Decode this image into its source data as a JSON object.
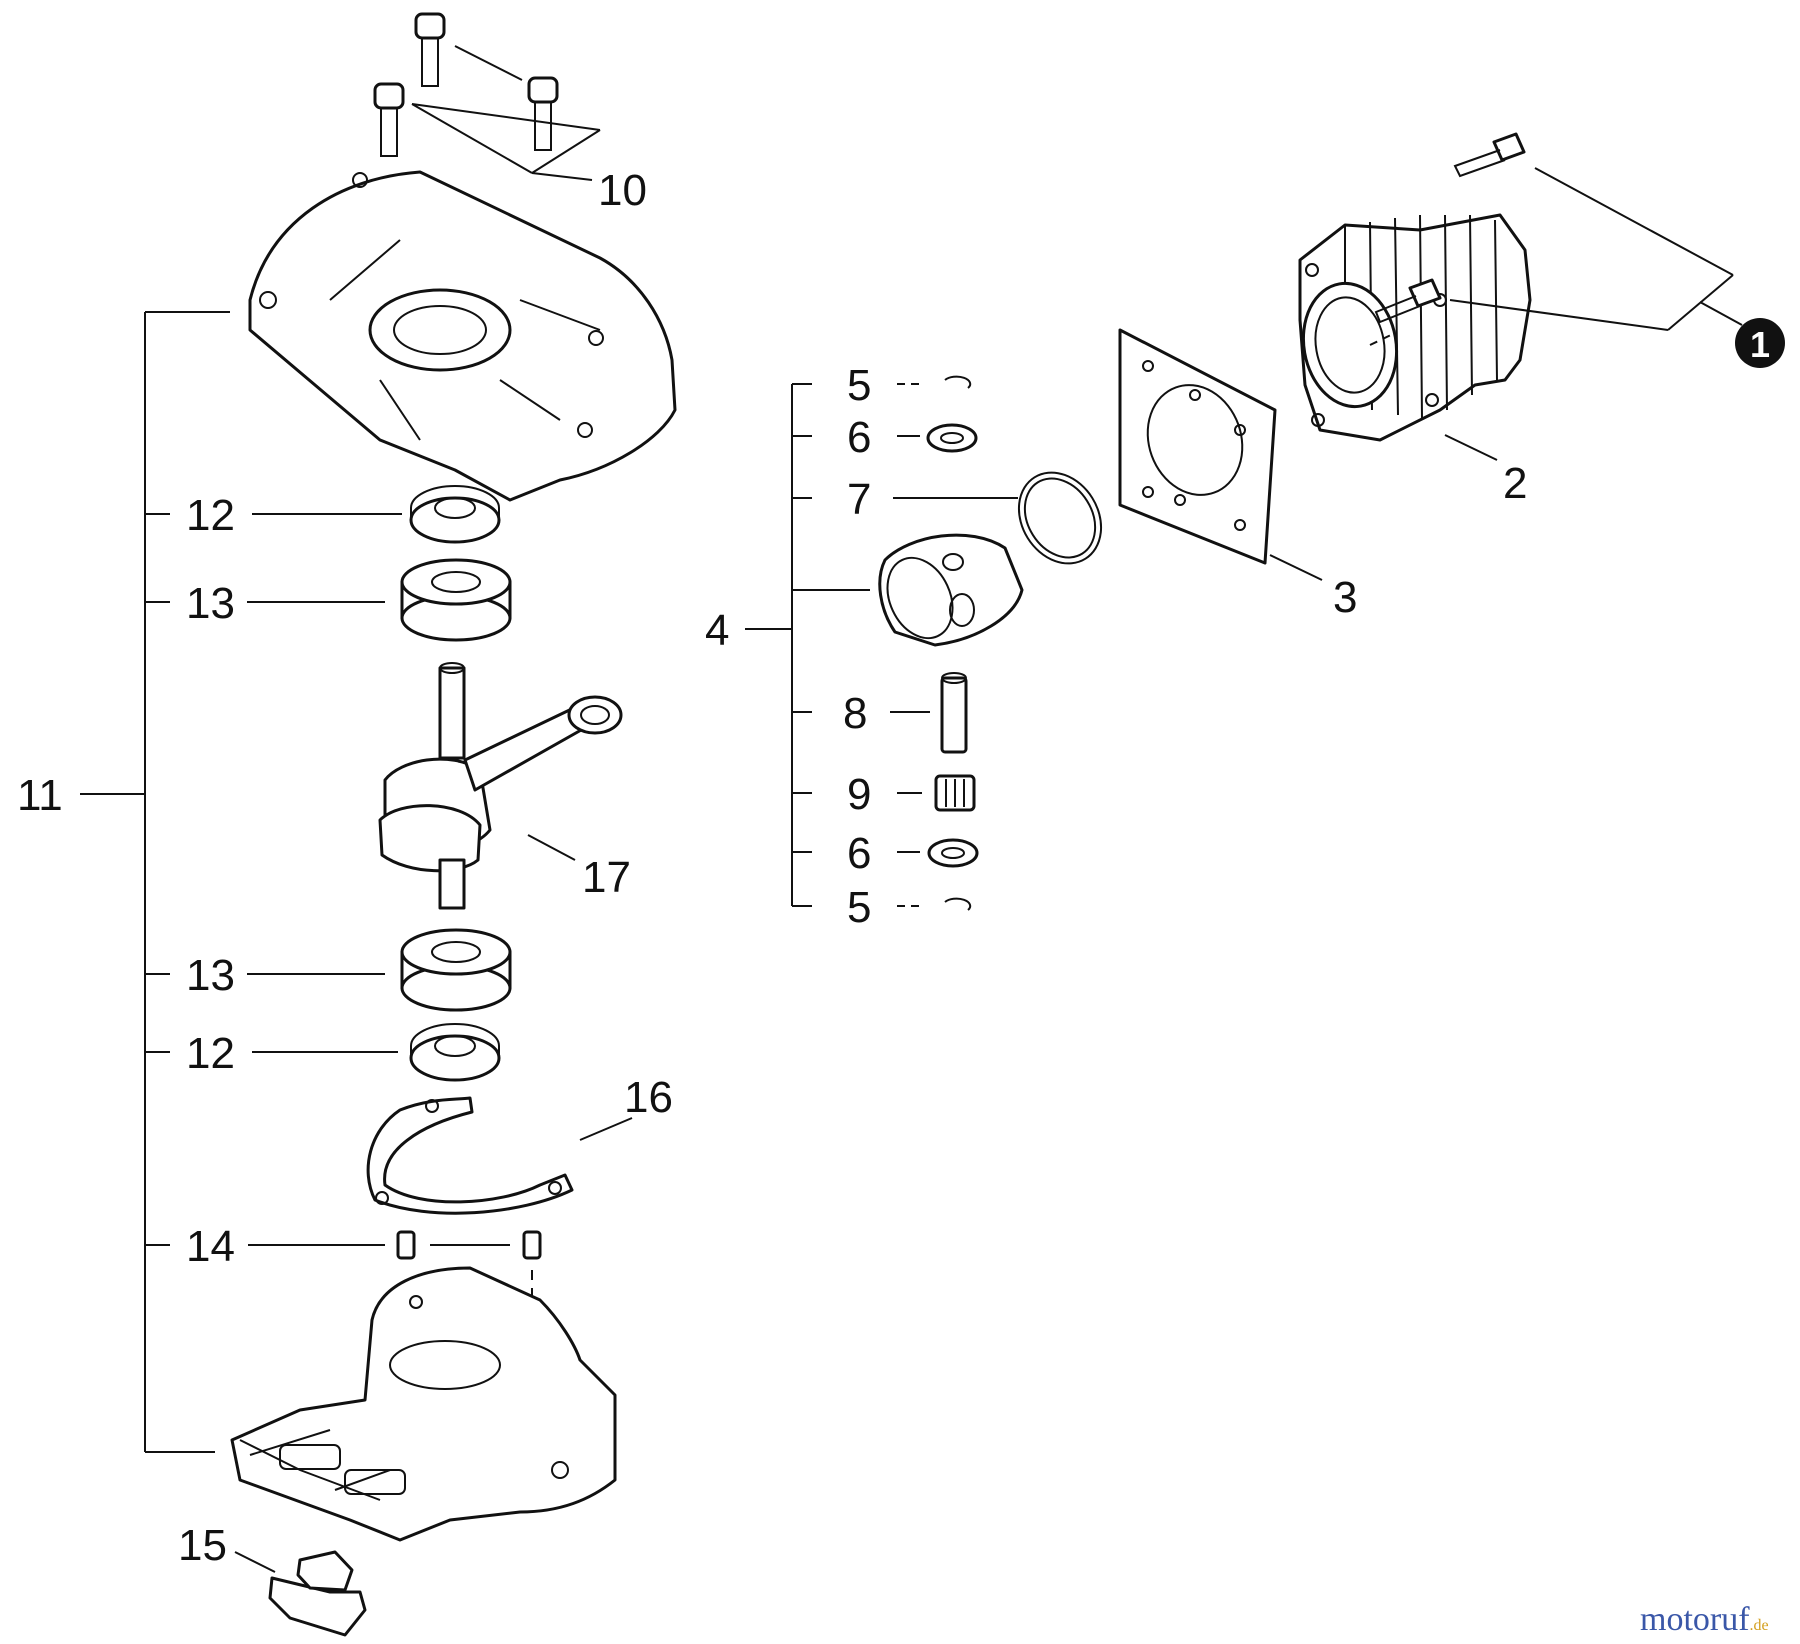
{
  "labels": {
    "p1": "1",
    "p2": "2",
    "p3": "3",
    "p4": "4",
    "p5a": "5",
    "p5b": "5",
    "p6a": "6",
    "p6b": "6",
    "p7": "7",
    "p8": "8",
    "p9": "9",
    "p10": "10",
    "p11": "11",
    "p12a": "12",
    "p12b": "12",
    "p13a": "13",
    "p13b": "13",
    "p14": "14",
    "p15": "15",
    "p16": "16",
    "p17": "17"
  },
  "watermark": {
    "brand": "motoruf",
    "tld": ".de"
  },
  "colors": {
    "ink": "#111111",
    "background": "#ffffff",
    "watermark_primary": "#3a57a8",
    "watermark_accent": "#d4a020"
  }
}
